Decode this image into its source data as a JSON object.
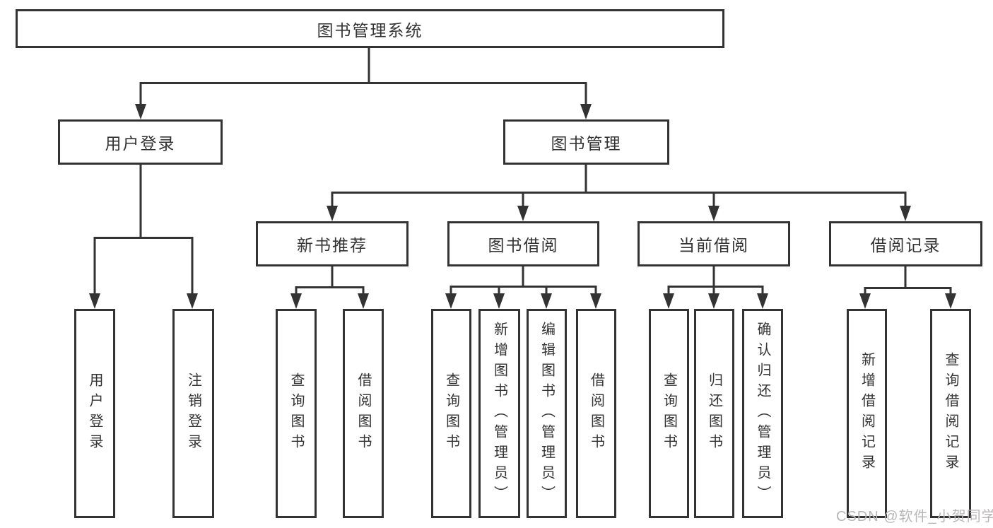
{
  "tree": {
    "root": "图书管理系统",
    "branches": [
      {
        "label": "用户登录",
        "children": [
          "用户登录",
          "注销登录"
        ]
      },
      {
        "label": "图书管理",
        "children": [
          {
            "label": "新书推荐",
            "children": [
              "查询图书",
              "借阅图书"
            ]
          },
          {
            "label": "图书借阅",
            "children": [
              "查询图书",
              "新增图书（管理员）",
              "编辑图书（管理员）",
              "借阅图书"
            ]
          },
          {
            "label": "当前借阅",
            "children": [
              "查询图书",
              "归还图书",
              "确认归还（管理员）"
            ]
          },
          {
            "label": "借阅记录",
            "children": [
              "新增借阅记录",
              "查询借阅记录"
            ]
          }
        ]
      }
    ]
  },
  "watermark": {
    "text": "CSDN @软件_小贺同学"
  },
  "colors": {
    "line": "#333333",
    "box_border": "#333333",
    "box_background": "#ffffff",
    "watermark": "#b9b6b6",
    "page_background": "#ffffff"
  }
}
